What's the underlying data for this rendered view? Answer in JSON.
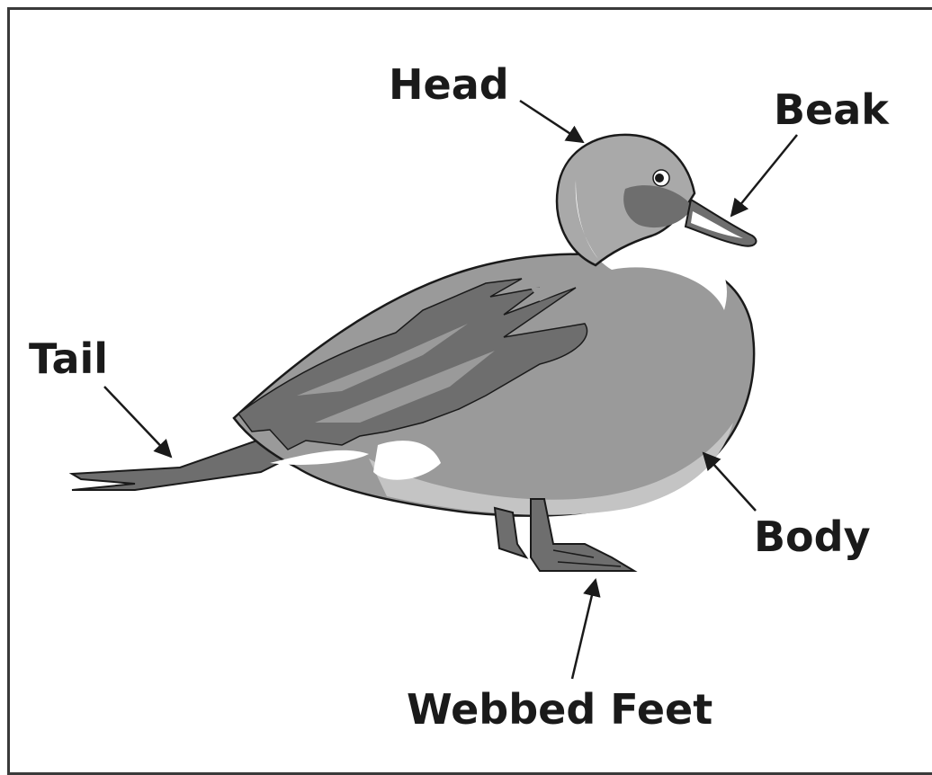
{
  "diagram": {
    "labels": {
      "head": "Head",
      "beak": "Beak",
      "tail": "Tail",
      "body": "Body",
      "webbed_feet": "Webbed Feet"
    },
    "colors": {
      "outline": "#1a1a1a",
      "body_fill": "#9a9a9a",
      "head_fill": "#a9a9a9",
      "dark_feathers": "#6e6e6e",
      "highlight": "#ffffff",
      "light_gray": "#c4c4c4"
    }
  }
}
